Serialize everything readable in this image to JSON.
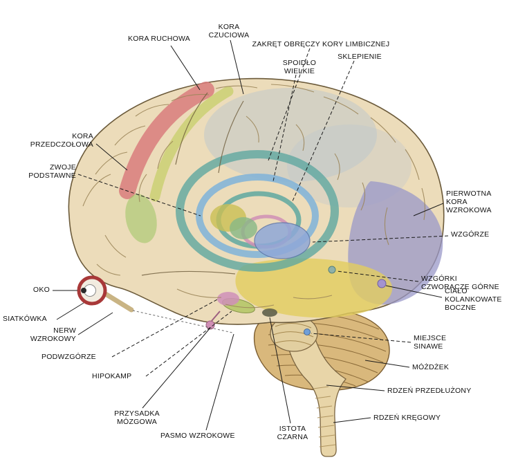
{
  "diagram": {
    "labels": [
      {
        "id": "kora-ruchowa",
        "text": "KORA RUCHOWA"
      },
      {
        "id": "kora-czuciowa",
        "text": "KORA\nCZUCIOWA"
      },
      {
        "id": "zakret-obreczy-kory-limbicznej",
        "text": "ZAKRĘT OBRĘCZY KORY LIMBICZNEJ"
      },
      {
        "id": "spoidlo-wielkie",
        "text": "SPOIDŁO\nWIELKIE"
      },
      {
        "id": "sklepienie",
        "text": "SKLEPIENIE"
      },
      {
        "id": "kora-przedczolowa",
        "text": "KORA\nPRZEDCZOŁOWA"
      },
      {
        "id": "zwoje-podstawne",
        "text": "ZWOJE\nPODSTAWNE"
      },
      {
        "id": "pierwotna-kora-wzrokowa",
        "text": "PIERWOTNA\nKORA\nWZROKOWA"
      },
      {
        "id": "wzgorze",
        "text": "WZGÓRZE"
      },
      {
        "id": "oko",
        "text": "OKO"
      },
      {
        "id": "siatkowka",
        "text": "SIATKÓWKA"
      },
      {
        "id": "nerw-wzrokowy",
        "text": "NERW\nWZROKOWY"
      },
      {
        "id": "podwzgorze",
        "text": "PODWZGÓRZE"
      },
      {
        "id": "hipokamp",
        "text": "HIPOKAMP"
      },
      {
        "id": "przysadka-mozgowa",
        "text": "PRZYSADKA\nMÓZGOWA"
      },
      {
        "id": "pasmo-wzrokowe",
        "text": "PASMO WZROKOWE"
      },
      {
        "id": "istota-czarna",
        "text": "ISTOTA\nCZARNA"
      },
      {
        "id": "rdzen-kregowy",
        "text": "RDZEŃ KRĘGOWY"
      },
      {
        "id": "rdzen-przedluzony",
        "text": "RDZEŃ PRZEDŁUŻONY"
      },
      {
        "id": "mozdzek",
        "text": "MÓŻDŻEK"
      },
      {
        "id": "miejsce-sinawe",
        "text": "MIEJSCE\nSINAWE"
      },
      {
        "id": "cialo-kolankowate-boczne",
        "text": "CIAŁO\nKOLANKOWATE\nBOCZNE"
      },
      {
        "id": "wzgorki-czworacze-gorne",
        "text": "WZGÓRKI\nCZWORACZE GÓRNE"
      }
    ]
  },
  "palette": {
    "background": "#ffffff",
    "brain_base": "#ecdcba",
    "motor_cortex_red": "#d97c7c",
    "sensory_band_yellow": "#c9cf6f",
    "frontal_green": "#a3c66b",
    "parietal_blue_grey": "#b7c3cf",
    "limbic_teal": "#5fa8a0",
    "corpus_callosum_blue": "#7fb3d9",
    "thalamus_blue": "#8fa8d8",
    "occipital_violet": "#9a98c8",
    "temporal_yellow": "#e2cd5f",
    "cerebellum_tan": "#d9b87c",
    "brainstem_tan": "#e8d5a8",
    "pink_structure": "#d08fb5",
    "outline_brown": "#6b5a3a",
    "eye_ring_red": "#a83838"
  }
}
